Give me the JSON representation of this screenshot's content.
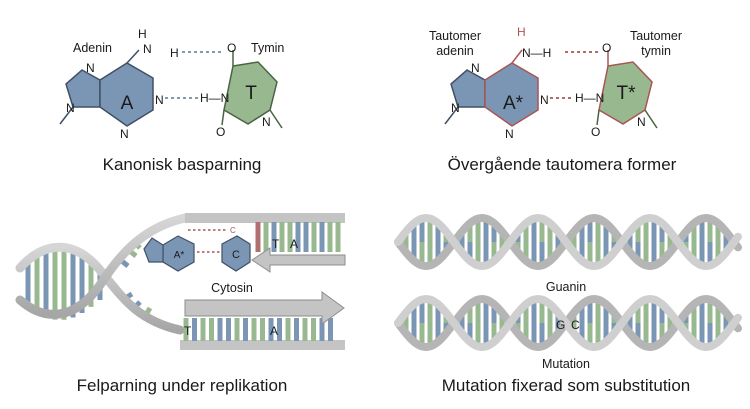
{
  "panel_canonical": {
    "caption": "Kanonisk basparning",
    "left_label": "Adenin",
    "right_label": "Tymin",
    "left_ring": "A",
    "right_ring": "T"
  },
  "panel_tautomer": {
    "caption": "Övergående tautomera former",
    "left_label_line1": "Tautomer",
    "left_label_line2": "adenin",
    "right_label_line1": "Tautomer",
    "right_label_line2": "tymin",
    "left_ring": "A*",
    "right_ring": "T*"
  },
  "panel_replication": {
    "caption": "Felparning under replikation",
    "mispair_label": "Cytosin",
    "mispair_left": "A*",
    "mispair_right": "C",
    "top_pair_1": "T",
    "top_pair_2": "A",
    "bottom_pair_1": "T",
    "bottom_pair_2": "A"
  },
  "panel_mutation": {
    "caption": "Mutation fixerad som substitution",
    "middle_label": "Guanin",
    "bottom_label": "Mutation",
    "pair_1": "G",
    "pair_2": "C"
  },
  "atoms": {
    "N": "N",
    "H": "H",
    "O": "O",
    "NH": "N—H",
    "HN": "H—N",
    "C": "C"
  },
  "colors": {
    "purine": "#7b96b5",
    "pyrimidine": "#98b98f",
    "tautomer_bond": "#a85555",
    "backbone": "#bcbcbc",
    "backbone_edge": "#8d8d8d",
    "hbond": "#6c8ea4"
  }
}
